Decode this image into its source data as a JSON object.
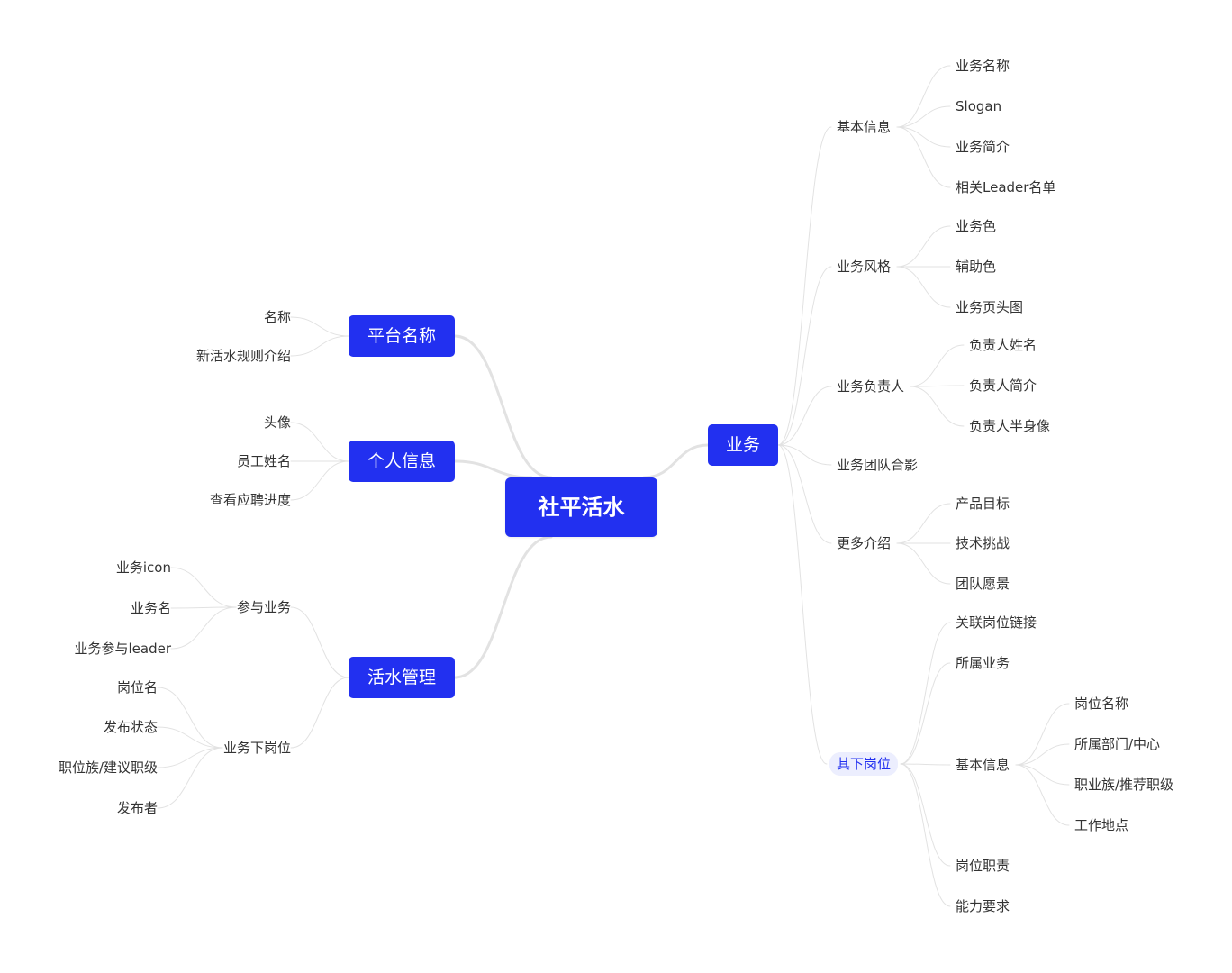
{
  "root": {
    "label": "社平活水"
  },
  "colors": {
    "accent": "#2230f0",
    "line": "#e2e2e2",
    "text": "#333333",
    "highlight_bg": "#eceefe"
  },
  "branches": {
    "platform": {
      "label": "平台名称",
      "children": [
        {
          "label": "名称"
        },
        {
          "label": "新活水规则介绍"
        }
      ]
    },
    "personal": {
      "label": "个人信息",
      "children": [
        {
          "label": "头像"
        },
        {
          "label": "员工姓名"
        },
        {
          "label": "查看应聘进度"
        }
      ]
    },
    "manage": {
      "label": "活水管理",
      "children": [
        {
          "label": "参与业务",
          "children": [
            {
              "label": "业务icon"
            },
            {
              "label": "业务名"
            },
            {
              "label": "业务参与leader"
            }
          ]
        },
        {
          "label": "业务下岗位",
          "children": [
            {
              "label": "岗位名"
            },
            {
              "label": "发布状态"
            },
            {
              "label": "职位族/建议职级"
            },
            {
              "label": "发布者"
            }
          ]
        }
      ]
    },
    "business": {
      "label": "业务",
      "children": [
        {
          "label": "基本信息",
          "children": [
            {
              "label": "业务名称"
            },
            {
              "label": "Slogan"
            },
            {
              "label": "业务简介"
            },
            {
              "label": "相关Leader名单"
            }
          ]
        },
        {
          "label": "业务风格",
          "children": [
            {
              "label": "业务色"
            },
            {
              "label": "辅助色"
            },
            {
              "label": "业务页头图"
            }
          ]
        },
        {
          "label": "业务负责人",
          "children": [
            {
              "label": "负责人姓名"
            },
            {
              "label": "负责人简介"
            },
            {
              "label": "负责人半身像"
            }
          ]
        },
        {
          "label": "业务团队合影"
        },
        {
          "label": "更多介绍",
          "children": [
            {
              "label": "产品目标"
            },
            {
              "label": "技术挑战"
            },
            {
              "label": "团队愿景"
            }
          ]
        },
        {
          "label": "其下岗位",
          "children": [
            {
              "label": "关联岗位链接"
            },
            {
              "label": "所属业务"
            },
            {
              "label": "基本信息",
              "children": [
                {
                  "label": "岗位名称"
                },
                {
                  "label": "所属部门/中心"
                },
                {
                  "label": "职业族/推荐职级"
                },
                {
                  "label": "工作地点"
                }
              ]
            },
            {
              "label": "岗位职责"
            },
            {
              "label": "能力要求"
            }
          ]
        }
      ]
    }
  }
}
